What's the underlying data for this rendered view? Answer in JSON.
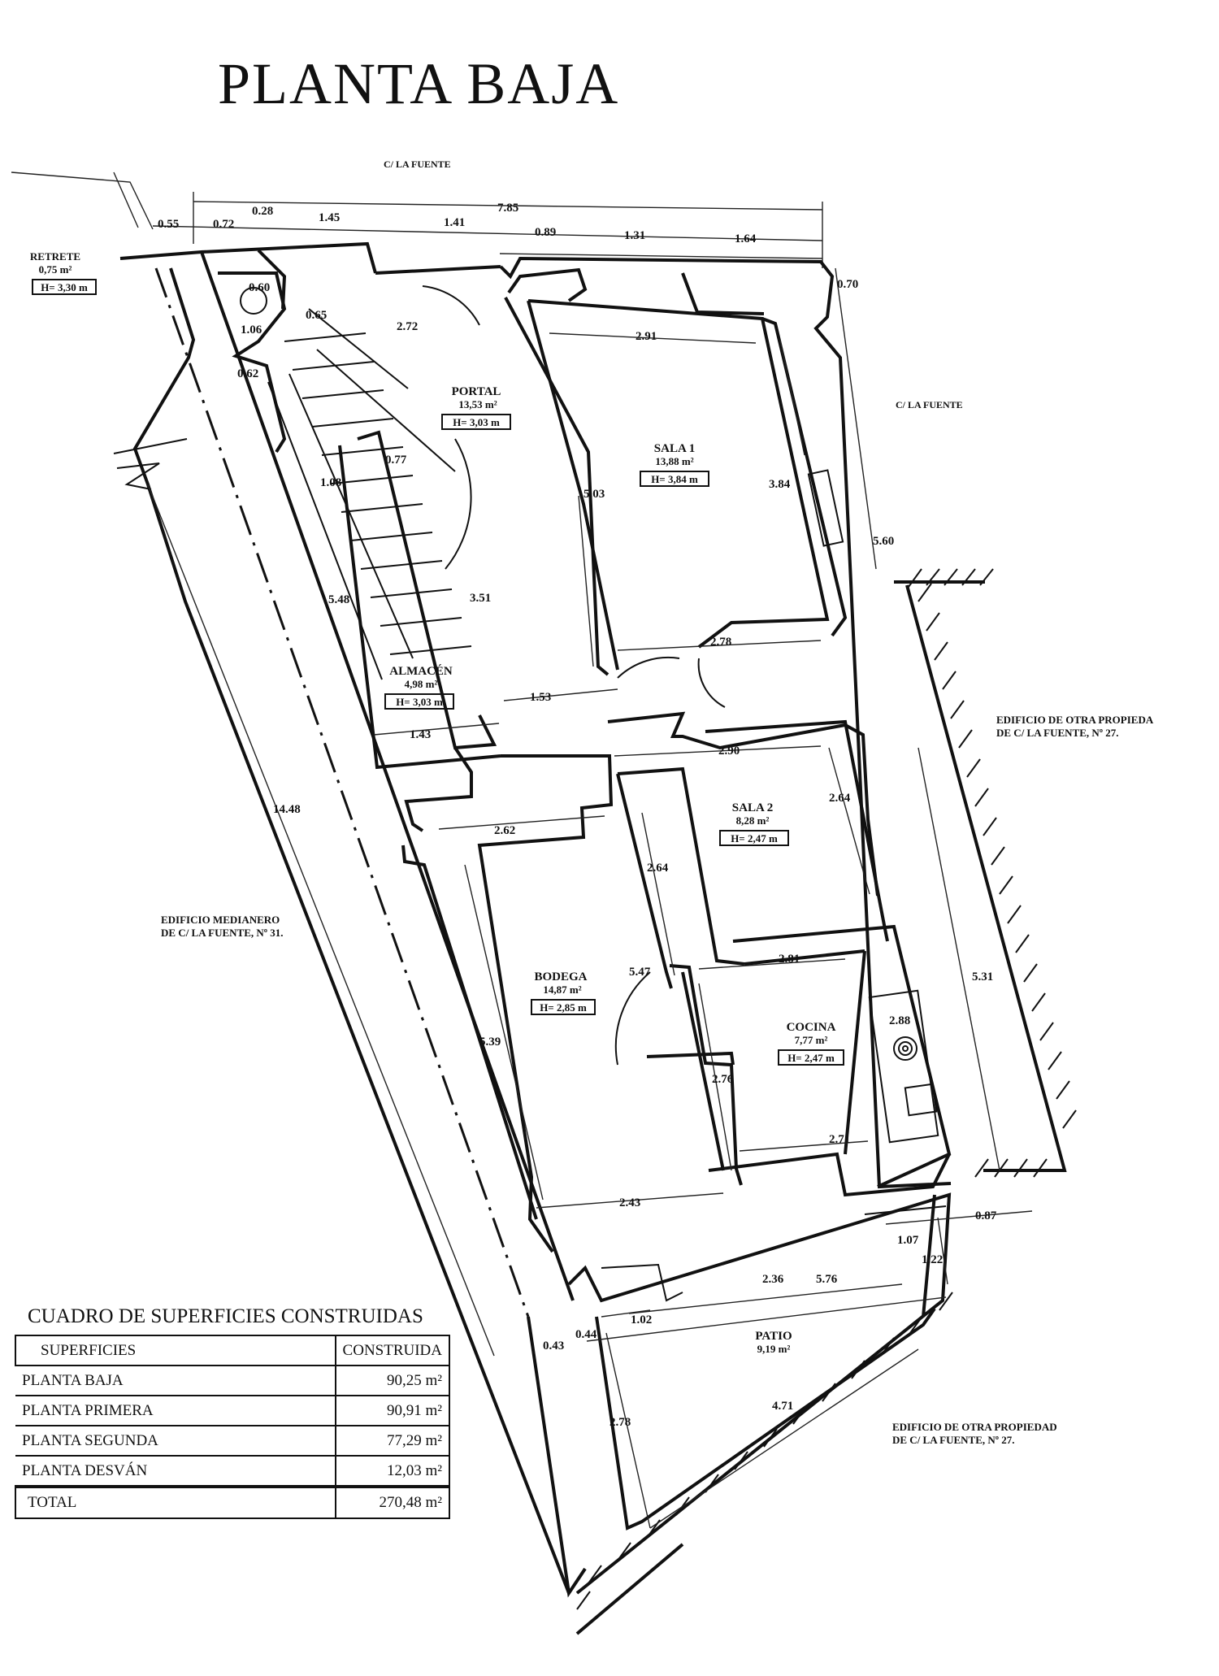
{
  "title": "PLANTA BAJA",
  "streets": {
    "top": "C/ LA FUENTE",
    "right": "C/ LA FUENTE"
  },
  "neighbors": {
    "left": [
      "EDIFICIO MEDIANERO",
      "DE C/ LA FUENTE, Nº 31."
    ],
    "right_top": [
      "EDIFICIO DE OTRA PROPIEDA",
      "DE C/ LA FUENTE, Nº 27."
    ],
    "right_bottom": [
      "EDIFICIO DE OTRA PROPIEDAD",
      "DE C/ LA FUENTE, Nº 27."
    ]
  },
  "retrete": {
    "name": "RETRETE",
    "area": "0,75 m²",
    "height": "H= 3,30 m"
  },
  "rooms": {
    "portal": {
      "name": "PORTAL",
      "area": "13,53 m²",
      "height": "H= 3,03 m"
    },
    "sala1": {
      "name": "SALA 1",
      "area": "13,88 m²",
      "height": "H= 3,84 m"
    },
    "almacen": {
      "name": "ALMACÉN",
      "area": "4,98 m²",
      "height": "H= 3,03 m"
    },
    "sala2": {
      "name": "SALA 2",
      "area": "8,28 m²",
      "height": "H= 2,47 m"
    },
    "bodega": {
      "name": "BODEGA",
      "area": "14,87 m²",
      "height": "H= 2,85 m"
    },
    "cocina": {
      "name": "COCINA",
      "area": "7,77 m²",
      "height": "H= 2,47 m"
    },
    "patio": {
      "name": "PATIO",
      "area": "9,19 m²"
    }
  },
  "dimensions": {
    "overall_top": "7.85",
    "d_0_55": "0.55",
    "d_0_72": "0.72",
    "d_0_28": "0.28",
    "d_1_45": "1.45",
    "d_1_41": "1.41",
    "d_0_89": "0.89",
    "d_1_31": "1.31",
    "d_1_64": "1.64",
    "d_0_70": "0.70",
    "d_0_60": "0.60",
    "d_1_06": "1.06",
    "d_0_65": "0.65",
    "d_0_62": "0.62",
    "d_2_72": "2.72",
    "d_2_91": "2.91",
    "d_0_77": "0.77",
    "d_1_08": "1.08",
    "d_5_03": "5.03",
    "d_3_84": "3.84",
    "d_5_60": "5.60",
    "d_5_48": "5.48",
    "d_3_51": "3.51",
    "d_2_78a": "2.78",
    "d_1_53": "1.53",
    "d_1_43": "1.43",
    "d_2_90": "2.90",
    "d_2_64a": "2.64",
    "d_14_48": "14.48",
    "d_2_62": "2.62",
    "d_2_64b": "2.64",
    "d_5_47": "5.47",
    "d_2_81": "2.81",
    "d_5_39": "5.39",
    "d_2_88": "2.88",
    "d_5_31": "5.31",
    "d_2_76": "2.76",
    "d_2_71": "2.71",
    "d_2_43": "2.43",
    "d_0_87": "0.87",
    "d_1_07": "1.07",
    "d_1_22": "1.22",
    "d_2_36": "2.36",
    "d_5_76": "5.76",
    "d_1_02": "1.02",
    "d_0_43": "0.43",
    "d_0_44": "0.44",
    "d_2_78b": "2.78",
    "d_4_71": "4.71"
  },
  "area_table": {
    "title": "CUADRO DE SUPERFICIES CONSTRUIDAS",
    "headers": [
      "SUPERFICIES",
      "CONSTRUIDA"
    ],
    "rows": [
      {
        "label": "PLANTA BAJA",
        "value": "90,25 m²"
      },
      {
        "label": "PLANTA PRIMERA",
        "value": "90,91 m²"
      },
      {
        "label": "PLANTA SEGUNDA",
        "value": "77,29 m²"
      },
      {
        "label": "PLANTA DESVÁN",
        "value": "12,03 m²"
      }
    ],
    "total": {
      "label": "TOTAL",
      "value": "270,48 m²"
    }
  }
}
